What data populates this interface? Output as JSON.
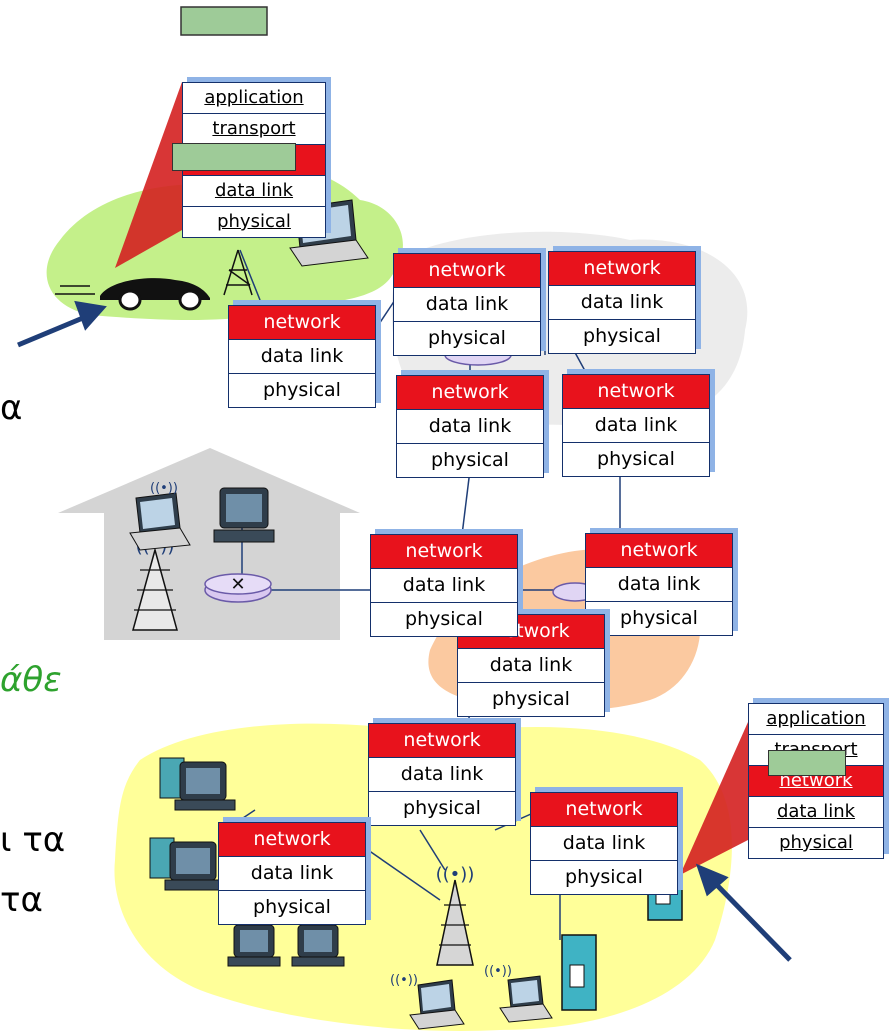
{
  "stacks": {
    "mobile_host": {
      "application": "application",
      "transport": "transport",
      "network": "network",
      "data_link": "data link",
      "physical": "physical"
    },
    "router_a": {
      "network": "network",
      "data_link": "data link",
      "physical": "physical"
    },
    "router_b": {
      "network": "network",
      "data_link": "data link",
      "physical": "physical"
    },
    "router_c": {
      "network": "network",
      "data_link": "data link",
      "physical": "physical"
    },
    "router_d": {
      "network": "network",
      "data_link": "data link",
      "physical": "physical"
    },
    "router_e": {
      "network": "network",
      "data_link": "data link",
      "physical": "physical"
    },
    "router_f": {
      "network": "network",
      "data_link": "data link",
      "physical": "physical"
    },
    "router_g": {
      "network": "network",
      "data_link": "data link",
      "physical": "physical"
    },
    "router_h": {
      "network": "network",
      "data_link": "data link",
      "physical": "physical"
    },
    "router_i": {
      "network": "network",
      "data_link": "data link",
      "physical": "physical"
    },
    "router_j": {
      "network": "network",
      "data_link": "data link",
      "physical": "physical"
    },
    "router_k": {
      "network": "network",
      "data_link": "data link",
      "physical": "physical"
    },
    "server_host": {
      "application": "application",
      "transport": "transport",
      "network": "network",
      "data_link": "data link",
      "physical": "physical"
    }
  },
  "cropped_text": {
    "line1": "α",
    "line2": "άθε",
    "line3": "ι τα",
    "line4": "τα"
  },
  "colors": {
    "network_red": "#e8121c",
    "box_border": "#14306b",
    "box_shadow": "#8fb3e6",
    "green_fill": "#9ecb98",
    "greek_green": "#2ea22e",
    "region_green": "#c4f08a",
    "region_yellow": "#ffff99",
    "region_orange": "#fbc9a0",
    "region_gray": "#d4d4d4",
    "arrow_navy": "#1f3e78"
  },
  "icons": [
    "car-icon",
    "laptop-icon",
    "desktop-icon",
    "antenna-tower-icon",
    "router-icon",
    "server-icon",
    "house-icon"
  ]
}
